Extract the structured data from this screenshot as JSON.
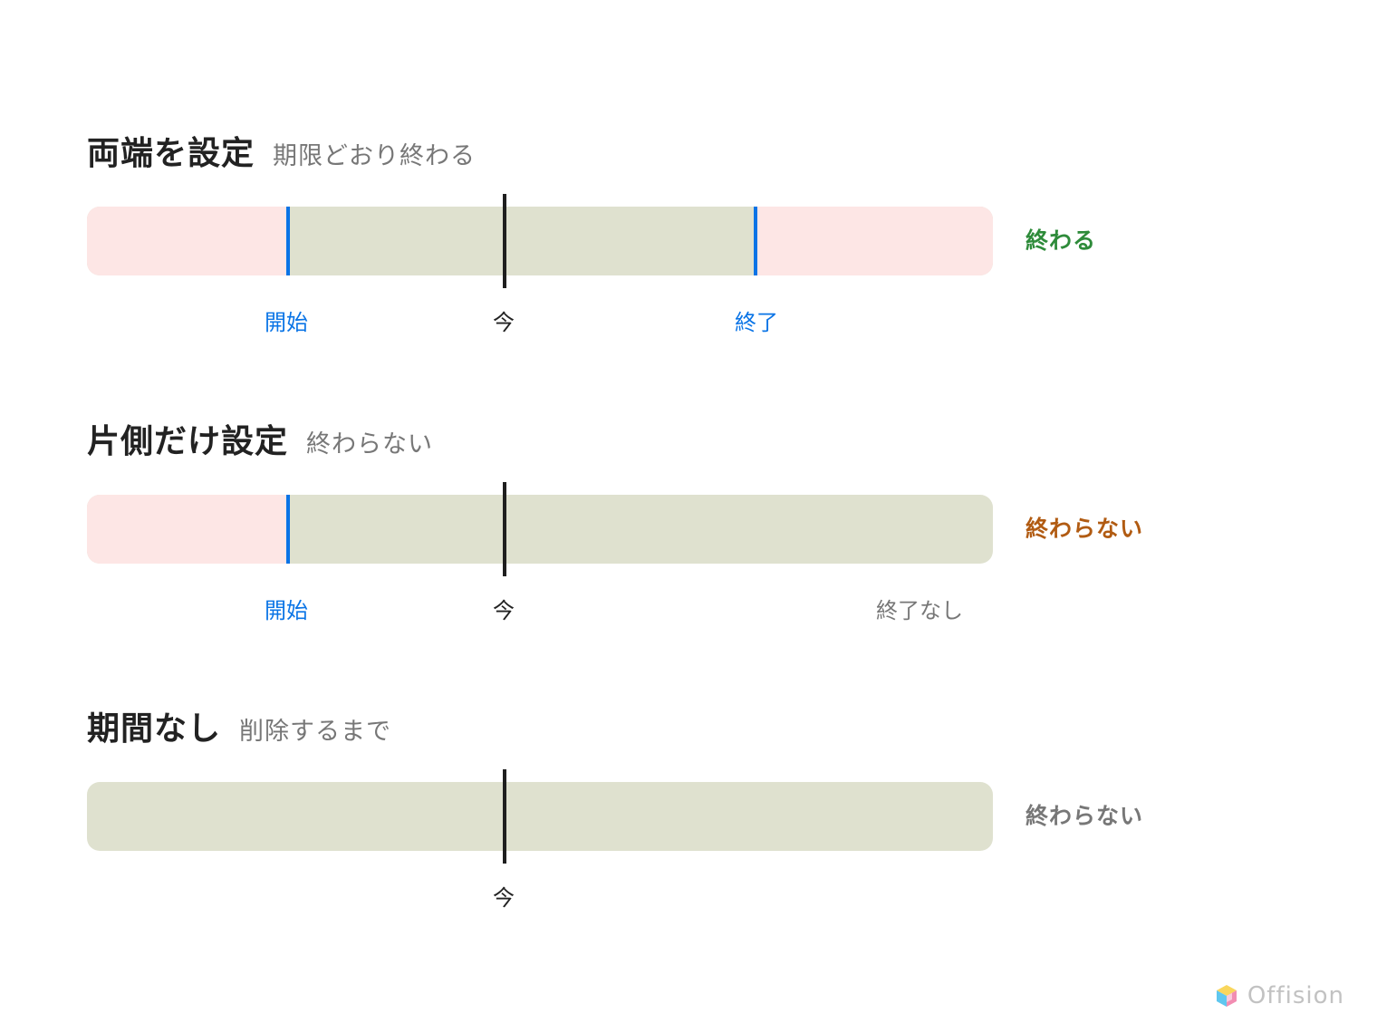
{
  "sections": [
    {
      "title": "両端を設定",
      "subtitle": "期限どおり終わる",
      "start_label": "開始",
      "now_label": "今",
      "end_label": "終了",
      "result": "終わる",
      "result_color": "#2e8b3a"
    },
    {
      "title": "片側だけ設定",
      "subtitle": "終わらない",
      "start_label": "開始",
      "now_label": "今",
      "end_label": "終了なし",
      "result": "終わらない",
      "result_color": "#b15b12"
    },
    {
      "title": "期間なし",
      "subtitle": "削除するまで",
      "now_label": "今",
      "result": "終わらない",
      "result_color": "#777777"
    }
  ],
  "colors": {
    "active": "#dfe1cf",
    "outside": "#fde6e5",
    "marker": "#0a74e6",
    "now": "#1f1f1f"
  },
  "logo": {
    "text": "Offision",
    "icon": "cube-logo-icon"
  }
}
